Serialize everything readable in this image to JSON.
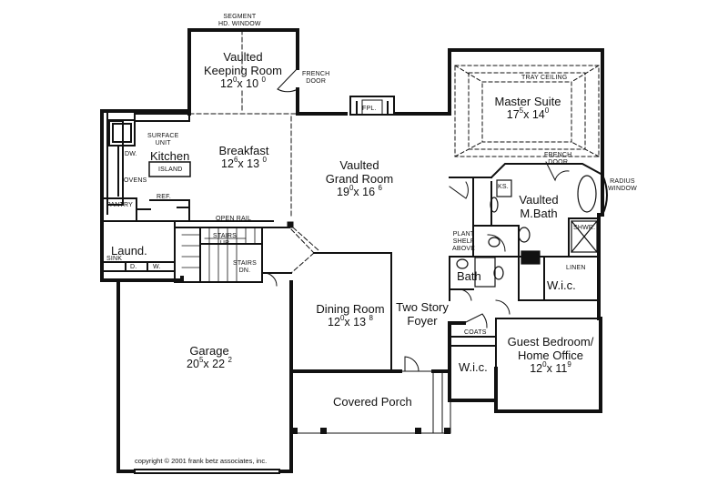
{
  "rooms": {
    "keeping": {
      "name_l1": "Vaulted",
      "name_l2": "Keeping Room",
      "w": "12",
      "wi": "0",
      "h": "10",
      "hi": "0"
    },
    "kitchen": {
      "name": "Kitchen"
    },
    "breakfast": {
      "name": "Breakfast",
      "w": "12",
      "wi": "6",
      "h": "13",
      "hi": "0"
    },
    "grand": {
      "name_l1": "Vaulted",
      "name_l2": "Grand Room",
      "w": "19",
      "wi": "0",
      "h": "16",
      "hi": "6"
    },
    "master": {
      "name": "Master Suite",
      "w": "17",
      "wi": "5",
      "h": "14",
      "hi": "0"
    },
    "mbath": {
      "name_l1": "Vaulted",
      "name_l2": "M.Bath"
    },
    "laund": {
      "name": "Laund."
    },
    "dining": {
      "name": "Dining Room",
      "w": "12",
      "wi": "0",
      "h": "13",
      "hi": "8"
    },
    "foyer": {
      "name_l1": "Two Story",
      "name_l2": "Foyer"
    },
    "garage": {
      "name": "Garage",
      "w": "20",
      "wi": "5",
      "h": "22",
      "hi": "2"
    },
    "guest": {
      "name_l1": "Guest Bedroom/",
      "name_l2": "Home Office",
      "w": "12",
      "wi": "0",
      "h": "11",
      "hi": "9"
    },
    "porch": {
      "name": "Covered Porch"
    },
    "bath": {
      "name": "Bath"
    },
    "wic1": {
      "name": "W.i.c."
    },
    "wic2": {
      "name": "W.i.c."
    }
  },
  "notes": {
    "segment_l1": "SEGMENT",
    "segment_l2": "HD. WINDOW",
    "french_door1_l1": "FRENCH",
    "french_door1_l2": "DOOR",
    "french_door2_l1": "FRENCH",
    "french_door2_l2": "DOOR",
    "tray_ceiling": "TRAY CEILING",
    "fpl": "FPL.",
    "surface_unit_l1": "SURFACE",
    "surface_unit_l2": "UNIT",
    "dw": "DW.",
    "ovens": "OVENS",
    "island": "ISLAND",
    "ref": "REF.",
    "pantry": "PANTRY",
    "open_rail": "OPEN RAIL",
    "stairs_up_l1": "STAIRS",
    "stairs_up_l2": "UP",
    "stairs_dn_l1": "STAIRS",
    "stairs_dn_l2": "DN.",
    "sink": "SINK",
    "d": "D.",
    "w": "W.",
    "ks": "KS.",
    "shwr": "SHWR.",
    "plant_l1": "PLANT",
    "plant_l2": "SHELF",
    "plant_l3": "ABOVE",
    "linen": "LINEN",
    "coats": "COATS",
    "radius_l1": "RADIUS",
    "radius_l2": "WINDOW",
    "copyright": "copyright © 2001 frank betz associates, inc."
  }
}
